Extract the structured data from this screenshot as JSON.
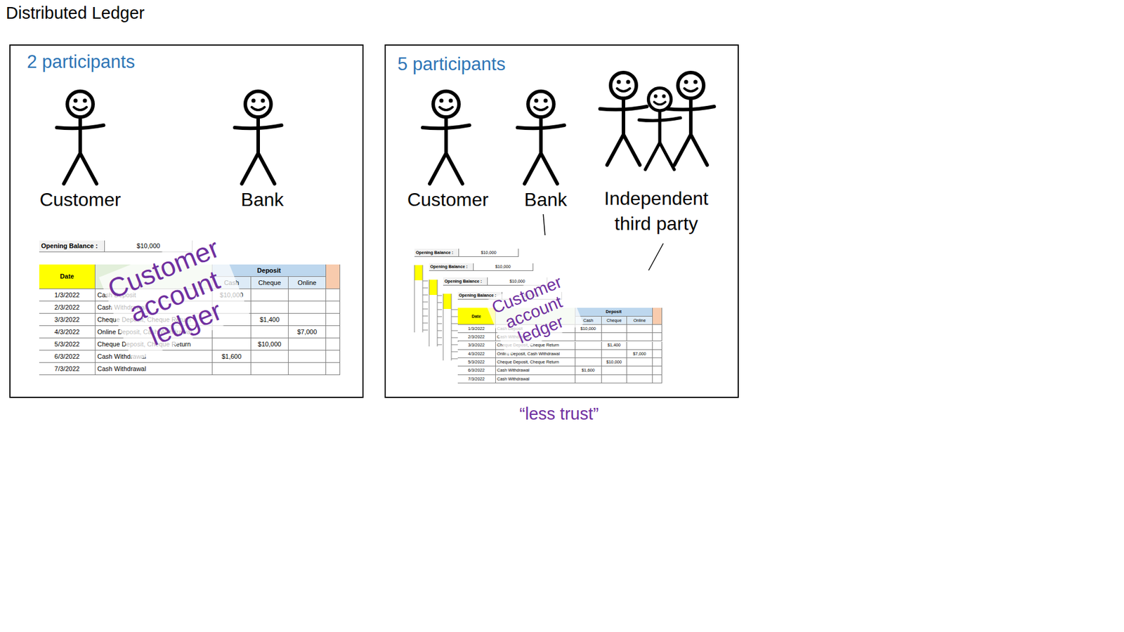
{
  "diagram": {
    "title": "Distributed Ledger",
    "caption": "“less trust”",
    "nodes": [
      {
        "text": [
          "2 participants"
        ]
      },
      {
        "text": [
          "5 participants"
        ]
      }
    ],
    "labels": [
      "Customer",
      "Bank",
      "Customer",
      "Bank",
      "Independent third party",
      "Opening Balance :",
      "$10,000",
      "Date",
      "Deposit",
      "Cash",
      "Cheque",
      "Online",
      "1/3/2022",
      "2/3/2022",
      "3/3/2022",
      "4/3/2022",
      "5/3/2022",
      "6/3/2022",
      "7/3/2022",
      "Cash Deposit",
      "Cash Withdrawal",
      "Cheque Deposit, Cheque Return",
      "Online Deposit, Cash Withdrawal",
      "Cheque Deposit, Cheque Return",
      "Cash Withdrawal",
      "Cash Withdrawal",
      "$10,000",
      "$1,400",
      "$7,000",
      "$10,000",
      "$1,600",
      "Customer account ledger",
      "Opening Balance :",
      "$10,000",
      "Opening Balance :",
      "$10,000",
      "Opening Balance :",
      "$10,000",
      "Opening Balance :",
      "$10,000",
      "Date",
      "Deposit",
      "Cash",
      "Cheque",
      "Online",
      "1/3/2022",
      "2/3/2022",
      "3/3/2022",
      "4/3/2022",
      "5/3/2022",
      "6/3/2022",
      "7/3/2022",
      "Cash Deposit",
      "Cash Withdrawal",
      "Cheque Deposit, Cheque Return",
      "Online Deposit, Cash Withdrawal",
      "Cheque Deposit, Cheque Return",
      "Cash Withdrawal",
      "Cash Withdrawal",
      "$10,000",
      "$1,400",
      "$7,000",
      "$10,000",
      "$1,600",
      "Customer account ledger"
    ]
  }
}
